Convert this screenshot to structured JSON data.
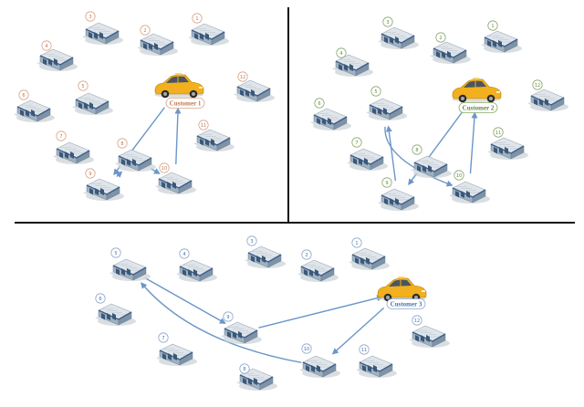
{
  "colors": {
    "arrow": "#6b96c8",
    "divider": "#111111",
    "roof": "#dfe5ea",
    "wall": "#9fb2c2",
    "trim": "#3c5d8a",
    "shadow": "#c9d0d6",
    "car_body": "#f2b01e",
    "car_window": "#4a5560",
    "badge_panel1": "#d9a58a",
    "badge_panel2": "#8aa96a",
    "badge_panel3": "#8ea8cc",
    "badge_text_panel1": "#c0784e",
    "badge_text_panel2": "#5e8a3e",
    "badge_text_panel3": "#4a72a8"
  },
  "icon_names": {
    "station": "warehouse-icon",
    "vehicle": "taxi-car-icon"
  },
  "panels": [
    {
      "customer_label": "Customer 1",
      "stations": [
        "1",
        "2",
        "3",
        "4",
        "5",
        "6",
        "7",
        "8",
        "9",
        "10",
        "11",
        "12"
      ],
      "route": [
        "taxi",
        "9",
        "8",
        "10",
        "taxi"
      ]
    },
    {
      "customer_label": "Customer 2",
      "stations": [
        "1",
        "2",
        "3",
        "4",
        "5",
        "6",
        "7",
        "8",
        "9",
        "10",
        "11",
        "12"
      ],
      "route": [
        "taxi",
        "9",
        "5",
        "10",
        "taxi"
      ]
    },
    {
      "customer_label": "Customer 3",
      "stations": [
        "1",
        "2",
        "3",
        "4",
        "5",
        "6",
        "7",
        "8",
        "9",
        "10",
        "11",
        "12"
      ],
      "route": [
        "taxi",
        "10",
        "5",
        "9",
        "taxi"
      ]
    }
  ]
}
